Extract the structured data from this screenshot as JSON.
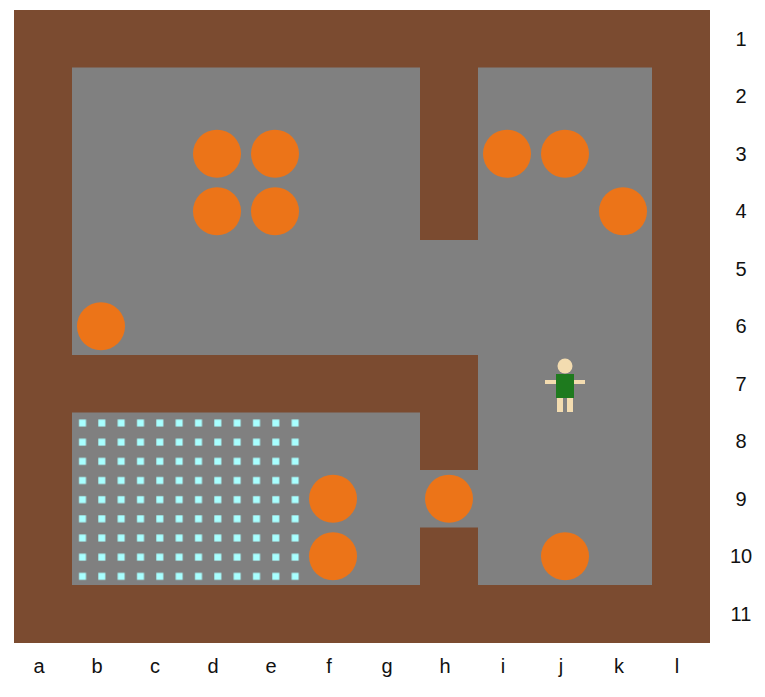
{
  "diagram": {
    "labels": [
      "1",
      "2",
      "3",
      "4",
      "5",
      "6",
      "7",
      "8",
      "9",
      "10",
      "11",
      "a",
      "b",
      "c",
      "d",
      "e",
      "f",
      "g",
      "h",
      "i",
      "j",
      "k",
      "l"
    ]
  }
}
